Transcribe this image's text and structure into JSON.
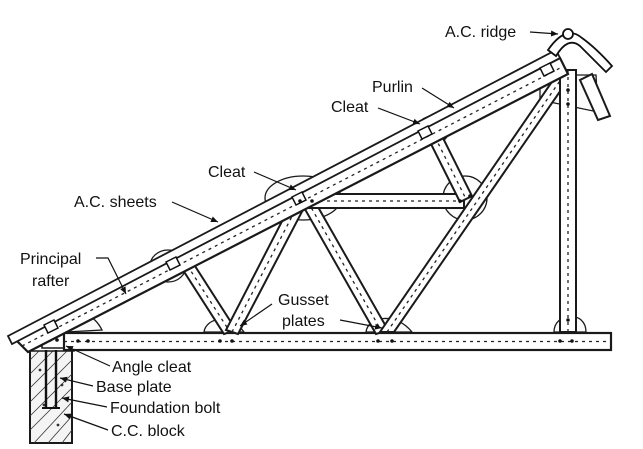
{
  "labels": {
    "ac_ridge": "A.C. ridge",
    "purlin": "Purlin",
    "cleat_upper": "Cleat",
    "cleat_lower": "Cleat",
    "ac_sheets": "A.C. sheets",
    "principal_rafter_line1": "Principal",
    "principal_rafter_line2": "rafter",
    "gusset_plates_line1": "Gusset",
    "gusset_plates_line2": "plates",
    "angle_cleat": "Angle cleat",
    "base_plate": "Base plate",
    "foundation_bolt": "Foundation bolt",
    "cc_block": "C.C. block"
  },
  "colors": {
    "line": "#1a1a1a",
    "background": "#ffffff"
  }
}
